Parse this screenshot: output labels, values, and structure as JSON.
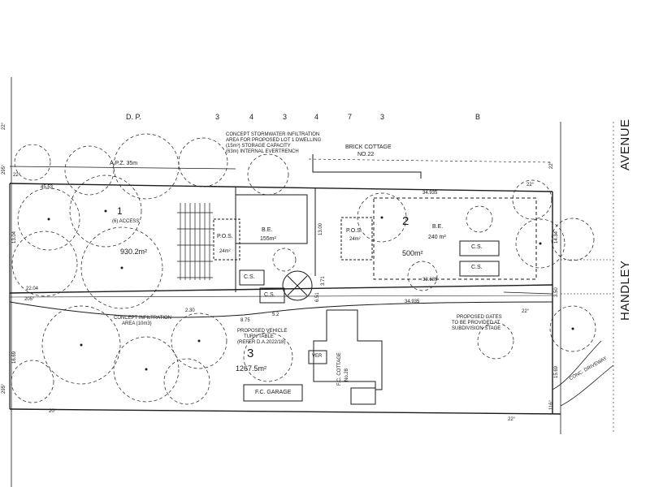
{
  "header": {
    "dp": "D.    P.",
    "digits": [
      "3",
      "4",
      "3",
      "4",
      "7",
      "3"
    ],
    "b_label": "B"
  },
  "street": {
    "handley": "HANDLEY",
    "avenue": "AVENUE"
  },
  "notes": {
    "stormwater": [
      "CONCEPT STORMWATER INFILTRATION",
      "AREA FOR PROPOSED LOT 1 DWELLING",
      "(15m³) STORAGE CAPACITY",
      "(63m) INTERNAL EVERTRENCH"
    ],
    "apz": "A.P.Z. 35m",
    "brick_cottage": [
      "BRICK COTTAGE",
      "NO.22"
    ],
    "infiltration": [
      "CONCEPT INFILTRATION",
      "AREA (10m3)"
    ],
    "turn_table": [
      "PROPOSED VEHICLE",
      "TURN TABLE",
      "(REFER D.A.2022/18)"
    ],
    "gates": [
      "PROPOSED GATES",
      "TO BE PROVIDED AT",
      "SUBDIVISION STAGE"
    ],
    "fc_cottage": [
      "F.C. COTTAGE",
      "No.28"
    ],
    "concrete": "CONC. DRIVEWAY"
  },
  "lots": {
    "lot1": {
      "number": "1",
      "access": "(6) ACCESS",
      "area": "930.2m²",
      "pos_label": "P.O.S.",
      "pos_area": "24m²",
      "be_label": "B.E.",
      "be_area": "155m²",
      "cs": "C.S."
    },
    "lot2": {
      "number": "2",
      "pos_label": "P.O.S.",
      "pos_area": "24m²",
      "be_label": "B.E.",
      "be_area": "240 m²",
      "area": "500m²",
      "cs": "C.S."
    },
    "lot3": {
      "number": "3",
      "area": "1267.5m²",
      "garage": "F.C. GARAGE",
      "shed": "VER"
    }
  },
  "dimensions": {
    "d2253": "45.53",
    "d34935a": "34.935",
    "d33635": "33.635",
    "d34935b": "34.935",
    "d2204": "22.04",
    "d875": "8.75",
    "d52": "5.2",
    "d2300": "2.30",
    "d1304": "13.04",
    "d1300": "13.00",
    "d1669": "16.69",
    "d1569": "15.69",
    "d350": "3.50",
    "d1434": "14.34",
    "d651": "6.51",
    "d371": "3.71"
  },
  "bearings": {
    "b22a": "22°",
    "b22b": "22°",
    "b22c": "22°",
    "b22d": "22°",
    "b22e": "22°",
    "b22f": "22°",
    "b295a": "295°",
    "b295b": "295°",
    "b20": "20°",
    "b116": "116°",
    "b205": "205°"
  }
}
